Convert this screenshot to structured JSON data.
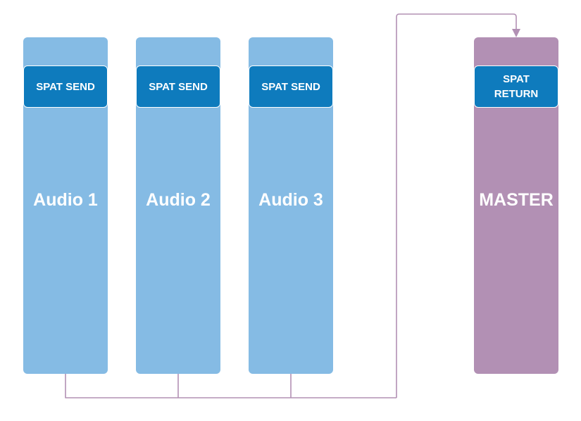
{
  "colors": {
    "audio_track": "#85bbe4",
    "master_track": "#b290b4",
    "plugin": "#0e7bbd",
    "connector": "#b290b4",
    "text": "#ffffff"
  },
  "channels": [
    {
      "label": "Audio 1",
      "plugin": "SPAT SEND"
    },
    {
      "label": "Audio 2",
      "plugin": "SPAT SEND"
    },
    {
      "label": "Audio 3",
      "plugin": "SPAT SEND"
    }
  ],
  "master": {
    "label": "MASTER",
    "plugin": "SPAT\nRETURN"
  }
}
